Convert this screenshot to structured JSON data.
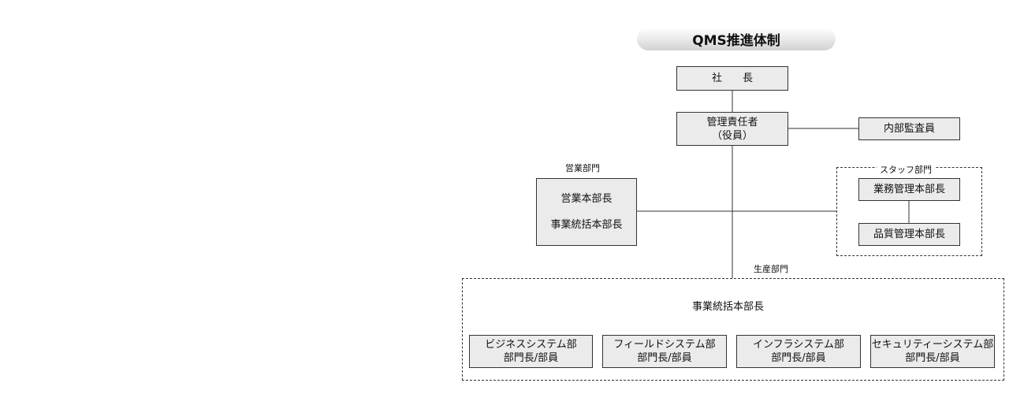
{
  "title": "QMS推進体制",
  "president": "社　　長",
  "management_rep": {
    "line1": "管理責任者",
    "line2": "（役員）"
  },
  "internal_auditor": "内部監査員",
  "sales_dept": {
    "label": "営業部門",
    "roles": [
      "営業本部長",
      "事業統括本部長"
    ]
  },
  "staff_dept": {
    "label": "スタッフ部門",
    "roles": [
      "業務管理本部長",
      "品質管理本部長"
    ]
  },
  "production_dept": {
    "label": "生産部門",
    "head": "事業統括本部長",
    "units": [
      {
        "name": "ビジネスシステム部",
        "members": "部門長/部員"
      },
      {
        "name": "フィールドシステム部",
        "members": "部門長/部員"
      },
      {
        "name": "インフラシステム部",
        "members": "部門長/部員"
      },
      {
        "name": "セキュリティーシステム部",
        "members": "部門長/部員"
      }
    ]
  }
}
